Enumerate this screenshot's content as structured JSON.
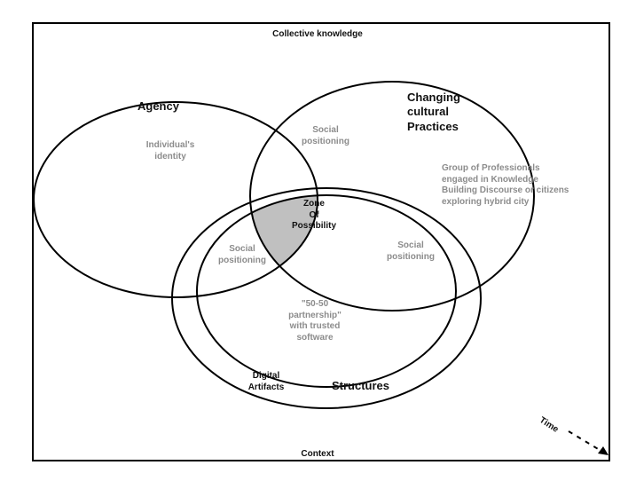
{
  "diagram": {
    "top_label": "Collective knowledge",
    "bottom_label": "Context",
    "time_label": "Time",
    "circles": {
      "agency": {
        "title": "Agency",
        "inner": "Individual's\nidentity"
      },
      "practices": {
        "title": "Changing\ncultural\nPractices",
        "inner": "Group of Professionals\nengaged in Knowledge\nBuilding Discourse or citizens\nexploring hybrid city"
      },
      "structures": {
        "title": "Structures",
        "artifacts": "Digital\nArtifacts",
        "partnership": "\"50-50\npartnership\"\nwith trusted\nsoftware"
      }
    },
    "overlaps": {
      "agency_practices": "Social\npositioning",
      "agency_structures": "Social\npositioning",
      "practices_structures": "Social\npositioning",
      "center": "Zone\nOf\nPossibility"
    },
    "colors": {
      "stroke": "#000000",
      "zone_fill": "#c0c0c0",
      "grey_text": "#8c8c8c"
    }
  }
}
